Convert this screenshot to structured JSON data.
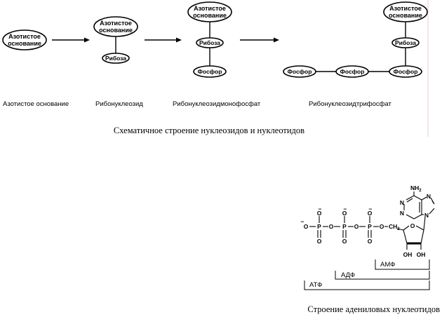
{
  "colors": {
    "ink": "#000000",
    "background": "#ffffff",
    "margin_line": "#e8c8d0"
  },
  "nodes": {
    "base_line1": "Азотистое",
    "base_line2": "основание",
    "ribose": "Рибоза",
    "phosphate": "Фосфор"
  },
  "labels": {
    "base": "Азотистое основание",
    "nucleoside": "Рибонуклеозид",
    "monophosphate": "Рибонуклеозидмонофосфат",
    "triphosphate": "Рибонуклеозидтрифосфат"
  },
  "captions": {
    "top": "Схематичное строение нуклеозидов и нуклеотидов",
    "bottom": "Строение адениловых нуклеотидов"
  },
  "molecule": {
    "amino": "NH",
    "amino_sub": "2",
    "nitrogen": "N",
    "oxygen": "O",
    "phosphorus": "P",
    "minus": "−",
    "ch2": "CH",
    "ch2_sub": "2",
    "oh": "OH"
  },
  "brackets": {
    "amp": "АМФ",
    "adp": "АДФ",
    "atp": "АТФ"
  }
}
